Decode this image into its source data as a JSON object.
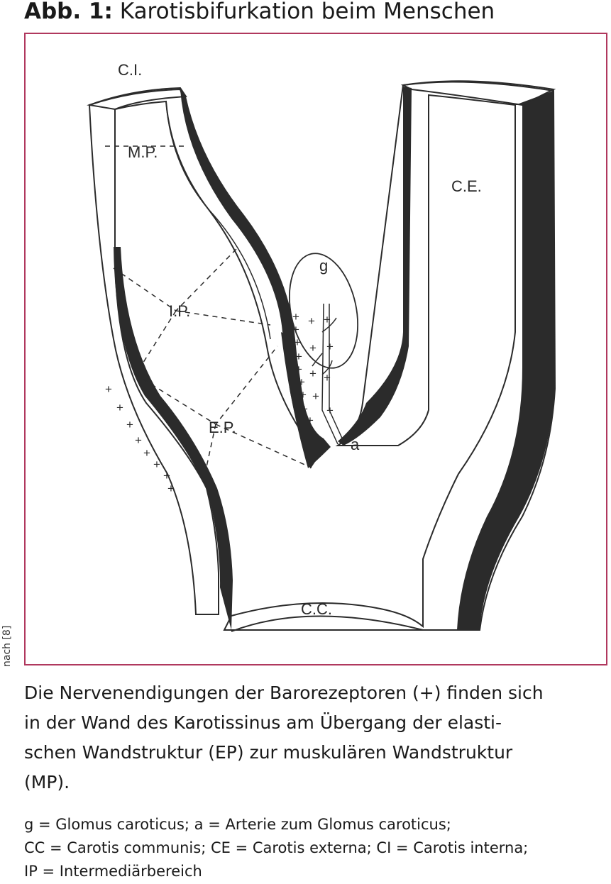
{
  "figure": {
    "title_prefix": "Abb. 1:",
    "title_text": "Karotisbifurkation beim Menschen",
    "credit": "nach [8]",
    "labels": {
      "ci": "C.I.",
      "ce": "C.E.",
      "cc": "C.C.",
      "mp": "M.P.",
      "ip": "I.P.",
      "ep": "E.P.",
      "g": "g",
      "a": "a",
      "plus": "+"
    }
  },
  "caption": {
    "line1": "Die Nervenendigungen der Barorezeptoren (+) finden sich",
    "line2": "in der Wand des Karotissinus am Übergang der elasti-",
    "line3": "schen Wandstruktur (EP) zur muskulären Wandstruktur",
    "line4": "(MP)."
  },
  "legend": {
    "line1": "g = Glomus caroticus; a = Arterie zum Glomus caroticus;",
    "line2": "CC = Carotis communis; CE = Carotis externa; CI = Carotis interna;",
    "line3": "IP = Intermediärbereich"
  },
  "colors": {
    "frame": "#b0385e",
    "wall": "#2b2b2b",
    "text": "#1a1a1a"
  }
}
